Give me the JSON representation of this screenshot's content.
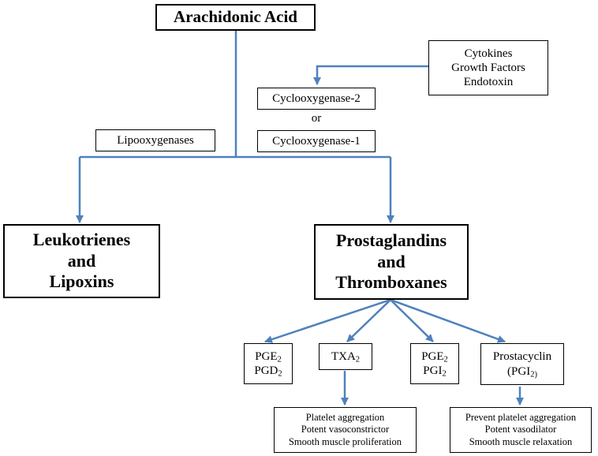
{
  "colors": {
    "arrow": "#4f81bd",
    "border": "#000000",
    "text": "#000000",
    "background": "#ffffff"
  },
  "nodes": {
    "arachidonic_acid": "Arachidonic Acid",
    "stimuli": [
      "Cytokines",
      "Growth Factors",
      "Endotoxin"
    ],
    "cox2": "Cyclooxygenase-2",
    "or": "or",
    "cox1": "Cyclooxygenase-1",
    "lipooxygenases": "Lipooxygenases",
    "leukotrienes": [
      "Leukotrienes",
      "and",
      "Lipoxins"
    ],
    "prostaglandins": [
      "Prostaglandins",
      "and",
      "Thromboxanes"
    ],
    "pge2_pgd2": [
      {
        "base": "PGE",
        "sub": "2"
      },
      {
        "base": "PGD",
        "sub": "2"
      }
    ],
    "txa2": {
      "base": "TXA",
      "sub": "2"
    },
    "pge2_pgi2": [
      {
        "base": "PGE",
        "sub": "2"
      },
      {
        "base": "PGI",
        "sub": "2"
      }
    ],
    "prostacyclin": {
      "line1": "Prostacyclin",
      "line2_pre": "(PGI",
      "line2_sub": "2)"
    },
    "txa2_effects": [
      "Platelet aggregation",
      "Potent vasoconstrictor",
      "Smooth muscle proliferation"
    ],
    "pgi2_effects": [
      "Prevent platelet aggregation",
      "Potent vasodilator",
      "Smooth muscle relaxation"
    ]
  }
}
